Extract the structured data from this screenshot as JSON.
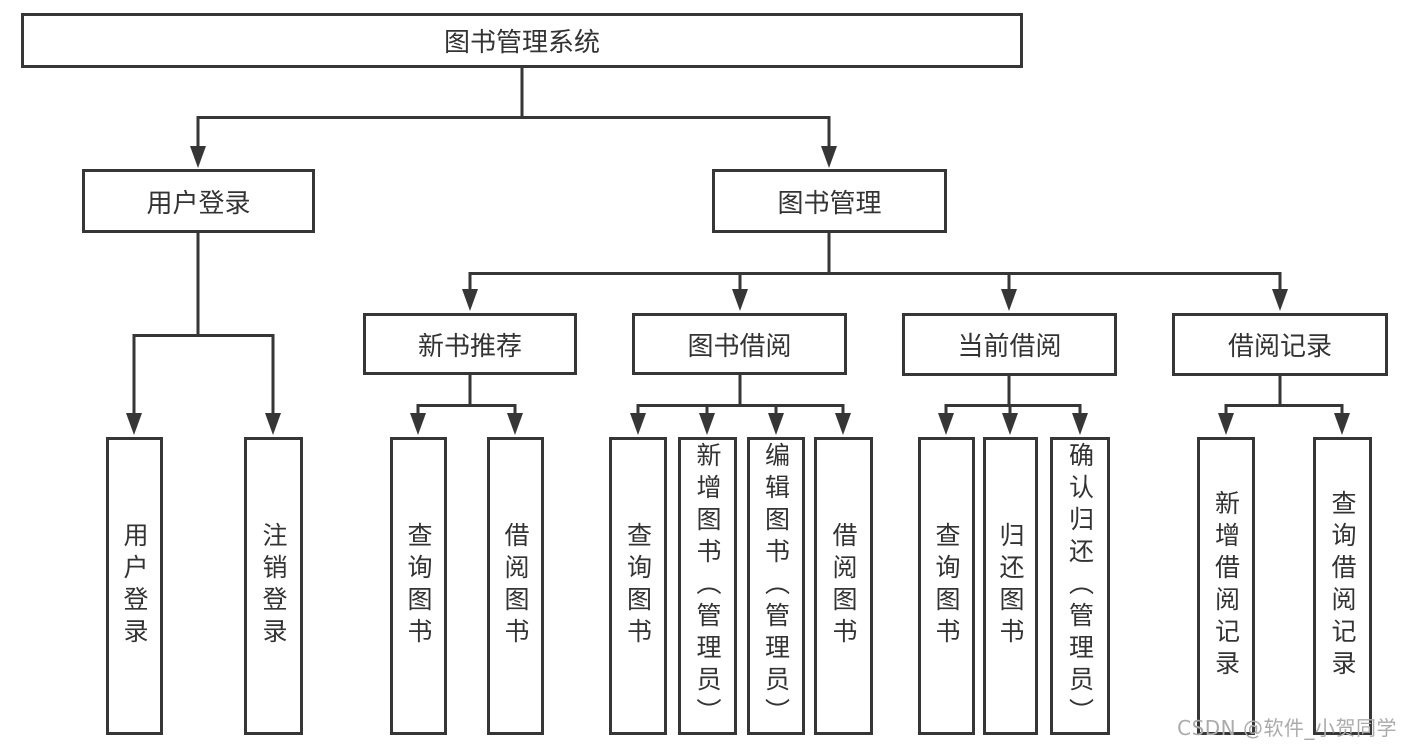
{
  "tree": {
    "root": {
      "label": "图书管理系统"
    },
    "branches": [
      {
        "label": "用户登录",
        "children": [
          {
            "label": "用户登录"
          },
          {
            "label": "注销登录"
          }
        ]
      },
      {
        "label": "图书管理",
        "children": [
          {
            "label": "新书推荐",
            "children": [
              {
                "label": "查询图书"
              },
              {
                "label": "借阅图书"
              }
            ]
          },
          {
            "label": "图书借阅",
            "children": [
              {
                "label": "查询图书"
              },
              {
                "label": "新增图书（管理员）"
              },
              {
                "label": "编辑图书（管理员）"
              },
              {
                "label": "借阅图书"
              }
            ]
          },
          {
            "label": "当前借阅",
            "children": [
              {
                "label": "查询图书"
              },
              {
                "label": "归还图书"
              },
              {
                "label": "确认归还（管理员）"
              }
            ]
          },
          {
            "label": "借阅记录",
            "children": [
              {
                "label": "新增借阅记录"
              },
              {
                "label": "查询借阅记录"
              }
            ]
          }
        ]
      }
    ]
  },
  "watermark": {
    "text": "CSDN @软件_小贺同学"
  },
  "colors": {
    "line": "#363636",
    "box_border": "#363636",
    "text": "#333333",
    "watermark": "#ababab",
    "background": "#ffffff"
  }
}
